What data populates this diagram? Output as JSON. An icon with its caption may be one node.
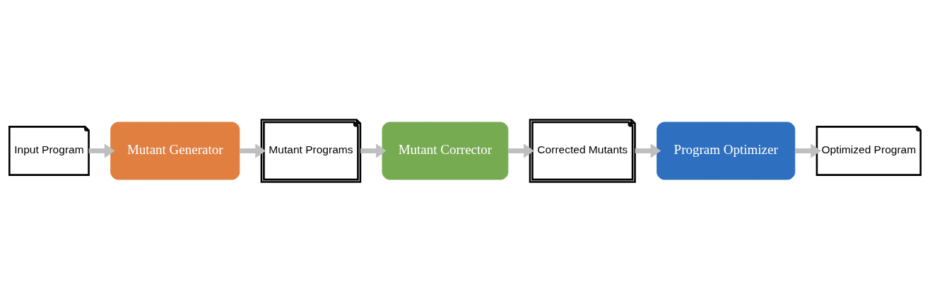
{
  "diagram": {
    "nodes": [
      {
        "text": [
          "Input Program"
        ]
      },
      {
        "text": [
          "Mutant Generator"
        ]
      },
      {
        "text": [
          "Mutant Programs"
        ]
      },
      {
        "text": [
          "Mutant Corrector"
        ]
      },
      {
        "text": [
          "Corrected Mutants"
        ]
      },
      {
        "text": [
          "Program Optimizer"
        ]
      },
      {
        "text": [
          "Optimized Program"
        ]
      }
    ],
    "edges": [
      {
        "from": 0,
        "to": 1,
        "arrow": "to"
      },
      {
        "from": 1,
        "to": 2,
        "arrow": "to"
      },
      {
        "from": 2,
        "to": 3,
        "arrow": "to"
      },
      {
        "from": 3,
        "to": 4,
        "arrow": "to"
      },
      {
        "from": 4,
        "to": 5,
        "arrow": "to"
      },
      {
        "from": 5,
        "to": 6,
        "arrow": "to"
      }
    ]
  }
}
